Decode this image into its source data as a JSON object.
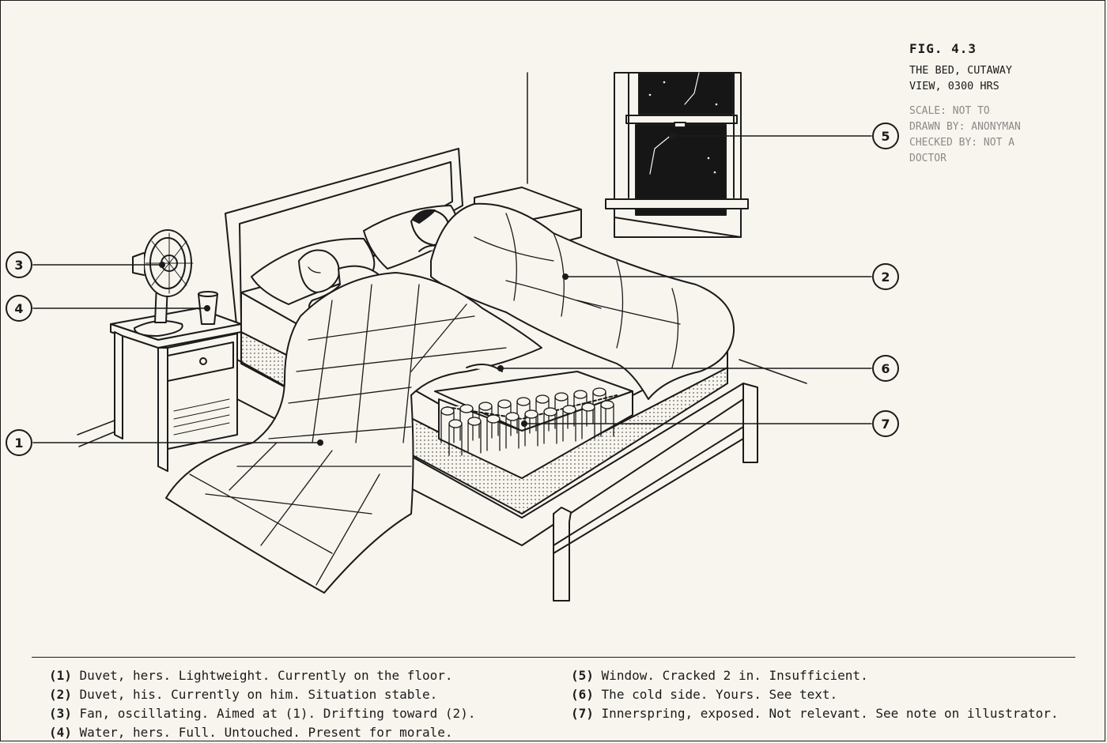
{
  "figure": {
    "label": "FIG. 4.3",
    "subtitle": "THE BED, CUTAWAY VIEW, 0300 HRS",
    "meta": [
      "SCALE: NOT TO",
      "DRAWN BY: ANONYMAN",
      "CHECKED BY: NOT A DOCTOR"
    ]
  },
  "callouts": [
    "1",
    "2",
    "3",
    "4",
    "5",
    "6",
    "7"
  ],
  "legend": {
    "left": [
      {
        "num": "(1)",
        "text": "Duvet, hers. Lightweight. Currently on the floor."
      },
      {
        "num": "(2)",
        "text": "Duvet, his. Currently on him. Situation stable."
      },
      {
        "num": "(3)",
        "text": "Fan, oscillating. Aimed at (1). Drifting toward (2)."
      },
      {
        "num": "(4)",
        "text": "Water, hers. Full. Untouched. Present for morale."
      }
    ],
    "right": [
      {
        "num": "(5)",
        "text": "Window. Cracked 2 in. Insufficient."
      },
      {
        "num": "(6)",
        "text": "The cold side. Yours. See text."
      },
      {
        "num": "(7)",
        "text": "Innerspring, exposed. Not relevant. See note on illustrator."
      }
    ]
  },
  "colors": {
    "paper": "#f8f5ee",
    "ink": "#1b1b1b",
    "meta_gray": "#8a8a8a"
  }
}
